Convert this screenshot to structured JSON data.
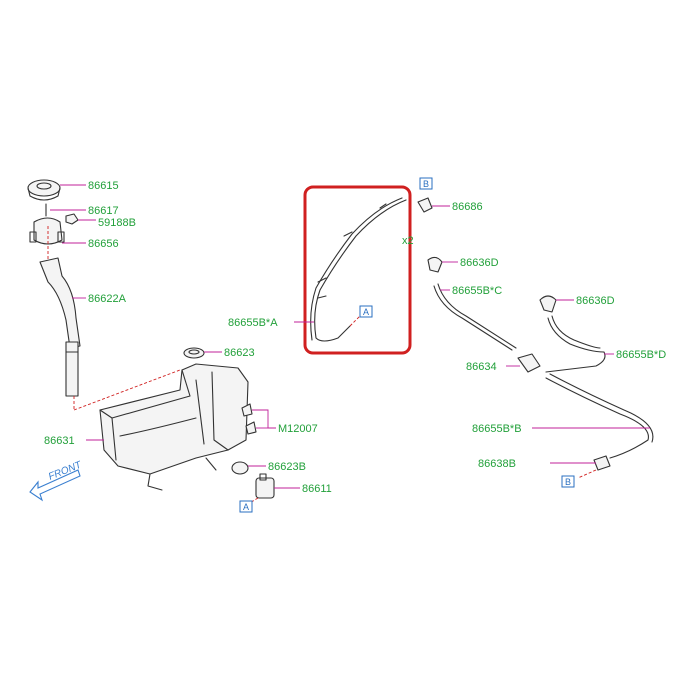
{
  "labels": {
    "p86615": "86615",
    "p86617": "86617",
    "p59188B": "59188B",
    "p86656": "86656",
    "p86622A": "86622A",
    "p86623": "86623",
    "p86631": "86631",
    "pM12007": "M12007",
    "p86623B": "86623B",
    "p86611": "86611",
    "p86655BA": "86655B*A",
    "p86686": "86686",
    "p86636D_1": "86636D",
    "p86655BC": "86655B*C",
    "p86636D_2": "86636D",
    "p86655BD": "86655B*D",
    "p86634": "86634",
    "p86655BB": "86655B*B",
    "p86638B": "86638B",
    "qty2": "x2",
    "front": "FRONT"
  },
  "refs": {
    "a_top": "A",
    "a_bottom": "A",
    "b_top": "B",
    "b_bottom": "B"
  },
  "colors": {
    "part_number": "#22a03a",
    "leader": "#c0209a",
    "highlight": "#d02020",
    "reference_box": "#2a6fc0"
  }
}
